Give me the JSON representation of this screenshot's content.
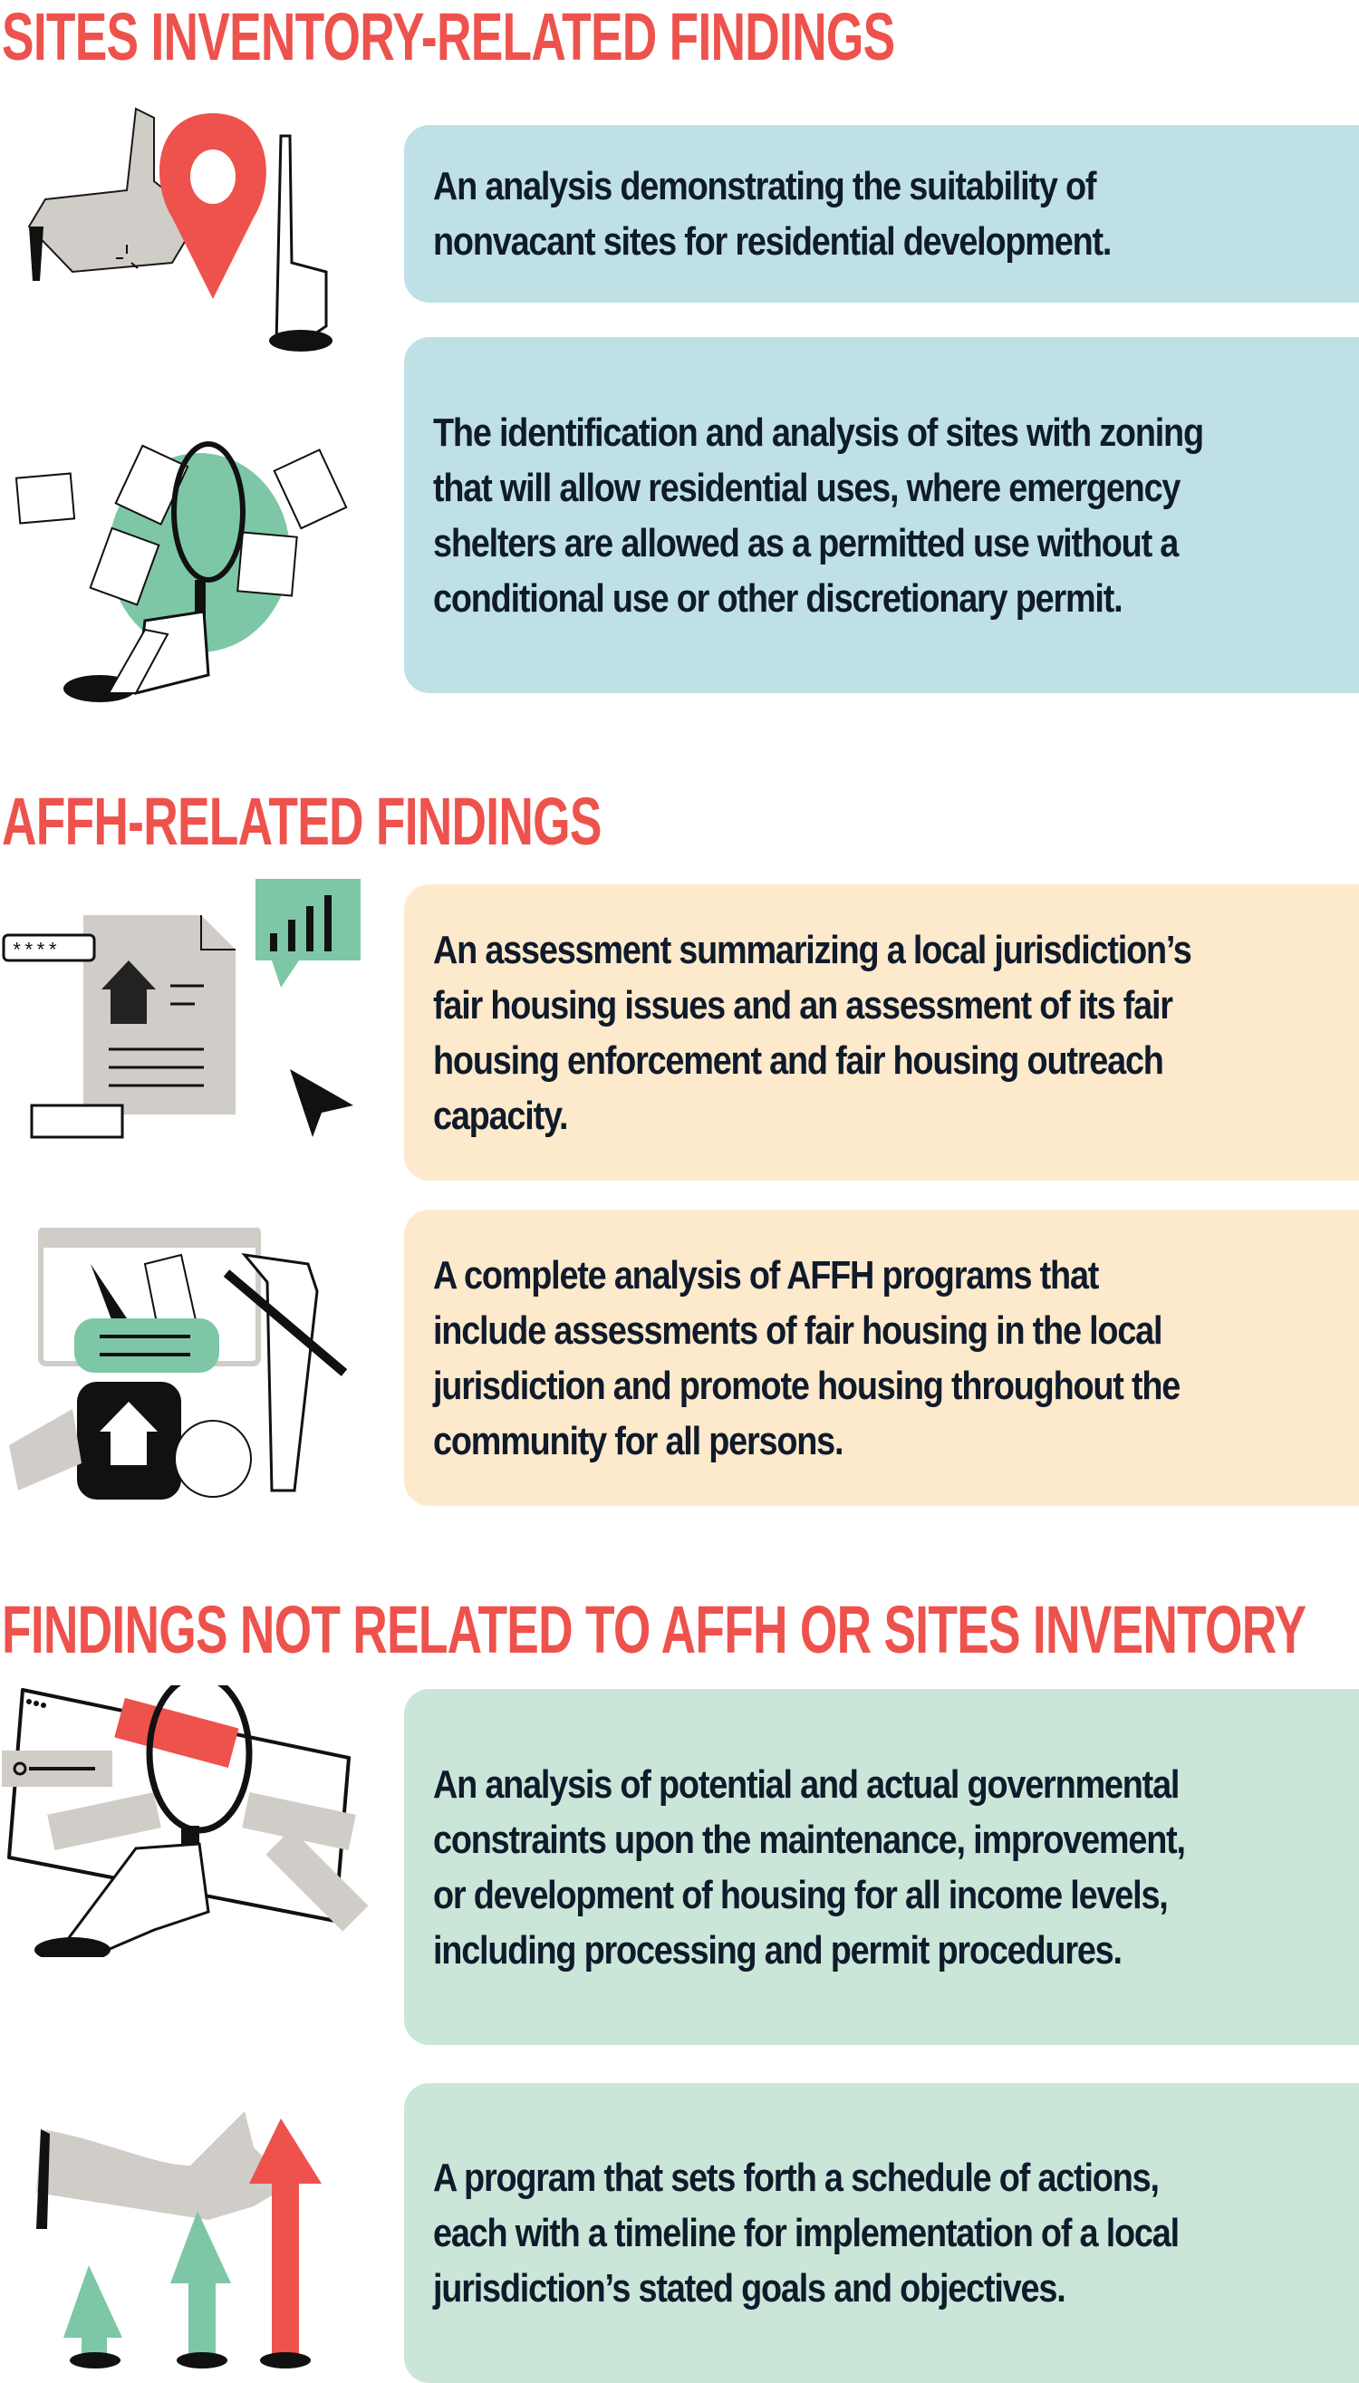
{
  "sections": [
    {
      "heading": "Sites Inventory-Related Findings",
      "theme_color": "#bfe1e6",
      "cards": [
        {
          "text": "An analysis demonstrating the suitability of nonvacant sites for residential development.",
          "icon": "hand-location-pin-thumbs-up-icon"
        },
        {
          "text": "The identification and analysis of sites with zoning that will allow residential uses, where emergency shelters are allowed as a permitted use without a conditional use or other discretionary permit.",
          "icon": "magnifying-glass-documents-icon"
        }
      ]
    },
    {
      "heading": "AFFH-Related Findings",
      "theme_color": "#fde9cb",
      "cards": [
        {
          "text": "An assessment summarizing a local jurisdiction’s fair housing issues and an assessment of its fair housing enforcement and fair housing outreach capacity.",
          "icon": "document-house-chart-cursor-icon"
        },
        {
          "text": "A complete analysis of AFFH programs that include assessments of fair housing in the local jurisdiction and promote housing throughout the community for all persons.",
          "icon": "browser-house-hand-pen-icon"
        }
      ]
    },
    {
      "heading": "Findings Not Related to AFFH or Sites Inventory",
      "theme_color": "#c9e6d8",
      "cards": [
        {
          "text": "An analysis of potential and actual governmental constraints upon the maintenance, improvement, or development of housing for all income levels, including processing and permit procedures.",
          "icon": "magnifier-browser-form-fields-icon"
        },
        {
          "text": "A program that sets forth a schedule of actions, each with a timeline for implementation of a local jurisdiction’s stated goals and objectives.",
          "icon": "rising-arrows-hand-icon"
        }
      ]
    }
  ],
  "colors": {
    "heading": "#ee524d",
    "text": "#0f1a2b",
    "accent_green": "#7dc7a6",
    "accent_red": "#ee524d",
    "gray": "#d0ccc7"
  }
}
